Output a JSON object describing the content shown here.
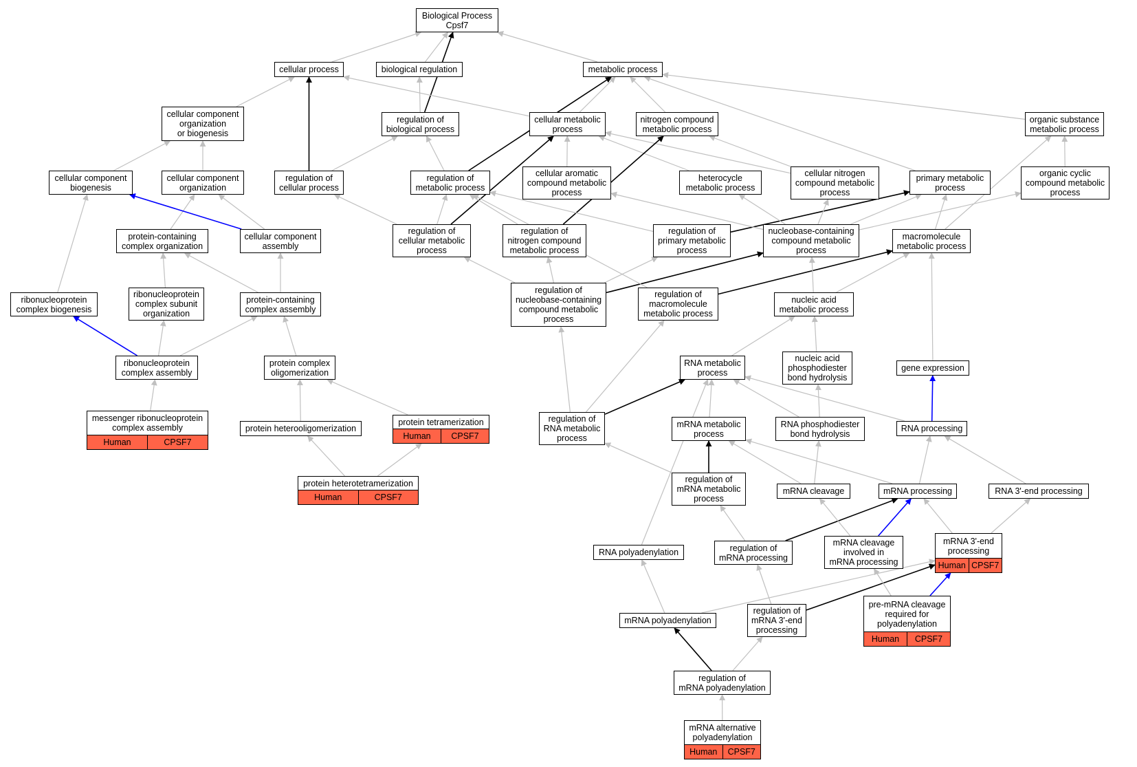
{
  "colors": {
    "edge_default": "#c0c0c0",
    "edge_strong": "#000000",
    "edge_part_of": "#0000ff",
    "annotation_fill": "#ff6347"
  },
  "nodes": [
    {
      "id": "bp",
      "label": "Biological Process\nCpsf7"
    },
    {
      "id": "cp",
      "label": "cellular process"
    },
    {
      "id": "br",
      "label": "biological regulation"
    },
    {
      "id": "mp",
      "label": "metabolic process"
    },
    {
      "id": "ccob",
      "label": "cellular component\norganization\nor biogenesis"
    },
    {
      "id": "rbr",
      "label": "regulation of\nbiological process"
    },
    {
      "id": "cmp",
      "label": "cellular metabolic\nprocess"
    },
    {
      "id": "ncmp",
      "label": "nitrogen compound\nmetabolic process"
    },
    {
      "id": "osmp",
      "label": "organic substance\nmetabolic process"
    },
    {
      "id": "ccb",
      "label": "cellular component\nbiogenesis"
    },
    {
      "id": "cco",
      "label": "cellular component\norganization"
    },
    {
      "id": "rcp",
      "label": "regulation of\ncellular process"
    },
    {
      "id": "rmp",
      "label": "regulation of\nmetabolic process"
    },
    {
      "id": "camp",
      "label": "cellular aromatic\ncompound metabolic\nprocess"
    },
    {
      "id": "hmp",
      "label": "heterocycle\nmetabolic process"
    },
    {
      "id": "cncmp",
      "label": "cellular nitrogen\ncompound metabolic\nprocess"
    },
    {
      "id": "pmp",
      "label": "primary metabolic\nprocess"
    },
    {
      "id": "occmp",
      "label": "organic cyclic\ncompound metabolic\nprocess"
    },
    {
      "id": "pco",
      "label": "protein-containing\ncomplex organization"
    },
    {
      "id": "cca",
      "label": "cellular component\nassembly"
    },
    {
      "id": "rcmp",
      "label": "regulation of\ncellular metabolic\nprocess"
    },
    {
      "id": "rncmp",
      "label": "regulation of\nnitrogen compound\nmetabolic process"
    },
    {
      "id": "rpmp",
      "label": "regulation of\nprimary metabolic\nprocess"
    },
    {
      "id": "nbcmp",
      "label": "nucleobase-containing\ncompound metabolic\nprocess"
    },
    {
      "id": "mmp",
      "label": "macromolecule\nmetabolic process"
    },
    {
      "id": "rcb",
      "label": "ribonucleoprotein\ncomplex biogenesis"
    },
    {
      "id": "rcso",
      "label": "ribonucleoprotein\ncomplex subunit\norganization"
    },
    {
      "id": "pca",
      "label": "protein-containing\ncomplex assembly"
    },
    {
      "id": "rnbcmp",
      "label": "regulation of\nnucleobase-containing\ncompound metabolic\nprocess"
    },
    {
      "id": "rmmp",
      "label": "regulation of\nmacromolecule\nmetabolic process"
    },
    {
      "id": "namp",
      "label": "nucleic acid\nmetabolic process"
    },
    {
      "id": "rca",
      "label": "ribonucleoprotein\ncomplex assembly"
    },
    {
      "id": "pcol",
      "label": "protein complex\noligomerization"
    },
    {
      "id": "rnamp",
      "label": "RNA metabolic\nprocess"
    },
    {
      "id": "napbh",
      "label": "nucleic acid\nphosphodiester\nbond hydrolysis"
    },
    {
      "id": "ge",
      "label": "gene expression"
    },
    {
      "id": "mrca",
      "label": "messenger ribonucleoprotein\ncomplex assembly",
      "tags": [
        "Human",
        "CPSF7"
      ]
    },
    {
      "id": "pho",
      "label": "protein heterooligomerization"
    },
    {
      "id": "pt",
      "label": "protein tetramerization",
      "tags": [
        "Human",
        "CPSF7"
      ]
    },
    {
      "id": "rrmp",
      "label": "regulation of\nRNA metabolic\nprocess"
    },
    {
      "id": "mmp2",
      "label": "mRNA metabolic\nprocess"
    },
    {
      "id": "rpbh",
      "label": "RNA phosphodiester\nbond hydrolysis"
    },
    {
      "id": "rp",
      "label": "RNA processing"
    },
    {
      "id": "pht",
      "label": "protein heterotetramerization",
      "tags": [
        "Human",
        "CPSF7"
      ]
    },
    {
      "id": "rmmp2",
      "label": "regulation of\nmRNA metabolic\nprocess"
    },
    {
      "id": "mc",
      "label": "mRNA cleavage"
    },
    {
      "id": "mrp",
      "label": "mRNA processing"
    },
    {
      "id": "r3ep",
      "label": "RNA 3'-end processing"
    },
    {
      "id": "rpa",
      "label": "RNA polyadenylation"
    },
    {
      "id": "rmrp",
      "label": "regulation of\nmRNA processing"
    },
    {
      "id": "mcimp",
      "label": "mRNA cleavage\ninvolved in\nmRNA processing"
    },
    {
      "id": "m3ep",
      "label": "mRNA 3'-end\nprocessing",
      "tags": [
        "Human",
        "CPSF7"
      ]
    },
    {
      "id": "mpa",
      "label": "mRNA polyadenylation"
    },
    {
      "id": "rm3ep",
      "label": "regulation of\nmRNA 3'-end\nprocessing"
    },
    {
      "id": "pmcrp",
      "label": "pre-mRNA cleavage\nrequired for\npolyadenylation",
      "tags": [
        "Human",
        "CPSF7"
      ]
    },
    {
      "id": "rmpa",
      "label": "regulation of\nmRNA polyadenylation"
    },
    {
      "id": "mapa",
      "label": "mRNA alternative\npolyadenylation",
      "tags": [
        "Human",
        "CPSF7"
      ]
    }
  ],
  "edges": [
    {
      "from": "cp",
      "to": "bp",
      "kind": "is_a"
    },
    {
      "from": "br",
      "to": "bp",
      "kind": "is_a"
    },
    {
      "from": "mp",
      "to": "bp",
      "kind": "is_a"
    },
    {
      "from": "rbr",
      "to": "bp",
      "kind": "regulates"
    },
    {
      "from": "rbr",
      "to": "br",
      "kind": "is_a"
    },
    {
      "from": "ccob",
      "to": "cp",
      "kind": "is_a"
    },
    {
      "from": "cmp",
      "to": "cp",
      "kind": "is_a"
    },
    {
      "from": "cmp",
      "to": "mp",
      "kind": "is_a"
    },
    {
      "from": "ncmp",
      "to": "mp",
      "kind": "is_a"
    },
    {
      "from": "osmp",
      "to": "mp",
      "kind": "is_a"
    },
    {
      "from": "pmp",
      "to": "mp",
      "kind": "is_a"
    },
    {
      "from": "rcp",
      "to": "cp",
      "kind": "regulates"
    },
    {
      "from": "rcp",
      "to": "rbr",
      "kind": "is_a"
    },
    {
      "from": "rmp",
      "to": "mp",
      "kind": "regulates"
    },
    {
      "from": "rmp",
      "to": "rbr",
      "kind": "is_a"
    },
    {
      "from": "ccb",
      "to": "ccob",
      "kind": "is_a"
    },
    {
      "from": "cco",
      "to": "ccob",
      "kind": "is_a"
    },
    {
      "from": "camp",
      "to": "cmp",
      "kind": "is_a"
    },
    {
      "from": "hmp",
      "to": "cmp",
      "kind": "is_a"
    },
    {
      "from": "cncmp",
      "to": "cmp",
      "kind": "is_a"
    },
    {
      "from": "cncmp",
      "to": "ncmp",
      "kind": "is_a"
    },
    {
      "from": "occmp",
      "to": "osmp",
      "kind": "is_a"
    },
    {
      "from": "mmp",
      "to": "osmp",
      "kind": "is_a"
    },
    {
      "from": "pco",
      "to": "cco",
      "kind": "is_a"
    },
    {
      "from": "cca",
      "to": "cco",
      "kind": "is_a"
    },
    {
      "from": "cca",
      "to": "ccb",
      "kind": "part_of"
    },
    {
      "from": "rcmp",
      "to": "cmp",
      "kind": "regulates"
    },
    {
      "from": "rcmp",
      "to": "rcp",
      "kind": "is_a"
    },
    {
      "from": "rcmp",
      "to": "rmp",
      "kind": "is_a"
    },
    {
      "from": "rncmp",
      "to": "ncmp",
      "kind": "regulates"
    },
    {
      "from": "rncmp",
      "to": "rmp",
      "kind": "is_a"
    },
    {
      "from": "rpmp",
      "to": "pmp",
      "kind": "regulates"
    },
    {
      "from": "rpmp",
      "to": "rmp",
      "kind": "is_a"
    },
    {
      "from": "nbcmp",
      "to": "camp",
      "kind": "is_a"
    },
    {
      "from": "nbcmp",
      "to": "hmp",
      "kind": "is_a"
    },
    {
      "from": "nbcmp",
      "to": "cncmp",
      "kind": "is_a"
    },
    {
      "from": "nbcmp",
      "to": "pmp",
      "kind": "is_a"
    },
    {
      "from": "nbcmp",
      "to": "occmp",
      "kind": "is_a"
    },
    {
      "from": "mmp",
      "to": "pmp",
      "kind": "is_a"
    },
    {
      "from": "rcb",
      "to": "ccb",
      "kind": "is_a"
    },
    {
      "from": "rcso",
      "to": "pco",
      "kind": "is_a"
    },
    {
      "from": "pca",
      "to": "pco",
      "kind": "is_a"
    },
    {
      "from": "pca",
      "to": "cca",
      "kind": "is_a"
    },
    {
      "from": "rnbcmp",
      "to": "nbcmp",
      "kind": "regulates"
    },
    {
      "from": "rnbcmp",
      "to": "rcmp",
      "kind": "is_a"
    },
    {
      "from": "rnbcmp",
      "to": "rncmp",
      "kind": "is_a"
    },
    {
      "from": "rnbcmp",
      "to": "rpmp",
      "kind": "is_a"
    },
    {
      "from": "rmmp",
      "to": "mmp",
      "kind": "regulates"
    },
    {
      "from": "rmmp",
      "to": "rmp",
      "kind": "is_a"
    },
    {
      "from": "namp",
      "to": "nbcmp",
      "kind": "is_a"
    },
    {
      "from": "namp",
      "to": "mmp",
      "kind": "is_a"
    },
    {
      "from": "rca",
      "to": "rcb",
      "kind": "part_of"
    },
    {
      "from": "rca",
      "to": "rcso",
      "kind": "is_a"
    },
    {
      "from": "rca",
      "to": "pca",
      "kind": "is_a"
    },
    {
      "from": "pcol",
      "to": "pca",
      "kind": "is_a"
    },
    {
      "from": "rnamp",
      "to": "namp",
      "kind": "is_a"
    },
    {
      "from": "napbh",
      "to": "namp",
      "kind": "is_a"
    },
    {
      "from": "ge",
      "to": "mmp",
      "kind": "is_a"
    },
    {
      "from": "mrca",
      "to": "rca",
      "kind": "is_a"
    },
    {
      "from": "pho",
      "to": "pcol",
      "kind": "is_a"
    },
    {
      "from": "pt",
      "to": "pcol",
      "kind": "is_a"
    },
    {
      "from": "rrmp",
      "to": "rnamp",
      "kind": "regulates"
    },
    {
      "from": "rrmp",
      "to": "rnbcmp",
      "kind": "is_a"
    },
    {
      "from": "rrmp",
      "to": "rmmp",
      "kind": "is_a"
    },
    {
      "from": "mmp2",
      "to": "rnamp",
      "kind": "is_a"
    },
    {
      "from": "rpbh",
      "to": "rnamp",
      "kind": "is_a"
    },
    {
      "from": "rpbh",
      "to": "napbh",
      "kind": "is_a"
    },
    {
      "from": "rp",
      "to": "rnamp",
      "kind": "is_a"
    },
    {
      "from": "rp",
      "to": "ge",
      "kind": "part_of"
    },
    {
      "from": "pht",
      "to": "pho",
      "kind": "is_a"
    },
    {
      "from": "pht",
      "to": "pt",
      "kind": "is_a"
    },
    {
      "from": "rmmp2",
      "to": "mmp2",
      "kind": "regulates"
    },
    {
      "from": "rmmp2",
      "to": "rrmp",
      "kind": "is_a"
    },
    {
      "from": "mc",
      "to": "mmp2",
      "kind": "is_a"
    },
    {
      "from": "mc",
      "to": "rpbh",
      "kind": "is_a"
    },
    {
      "from": "mrp",
      "to": "mmp2",
      "kind": "is_a"
    },
    {
      "from": "mrp",
      "to": "rp",
      "kind": "is_a"
    },
    {
      "from": "r3ep",
      "to": "rp",
      "kind": "is_a"
    },
    {
      "from": "rpa",
      "to": "rnamp",
      "kind": "is_a"
    },
    {
      "from": "rmrp",
      "to": "mrp",
      "kind": "regulates"
    },
    {
      "from": "rmrp",
      "to": "rmmp2",
      "kind": "is_a"
    },
    {
      "from": "mcimp",
      "to": "mc",
      "kind": "is_a"
    },
    {
      "from": "mcimp",
      "to": "mrp",
      "kind": "part_of"
    },
    {
      "from": "m3ep",
      "to": "mrp",
      "kind": "is_a"
    },
    {
      "from": "m3ep",
      "to": "r3ep",
      "kind": "is_a"
    },
    {
      "from": "mpa",
      "to": "rpa",
      "kind": "is_a"
    },
    {
      "from": "mpa",
      "to": "m3ep",
      "kind": "is_a"
    },
    {
      "from": "rm3ep",
      "to": "m3ep",
      "kind": "regulates"
    },
    {
      "from": "rm3ep",
      "to": "rmrp",
      "kind": "is_a"
    },
    {
      "from": "pmcrp",
      "to": "mcimp",
      "kind": "is_a"
    },
    {
      "from": "pmcrp",
      "to": "m3ep",
      "kind": "part_of"
    },
    {
      "from": "rmpa",
      "to": "mpa",
      "kind": "regulates"
    },
    {
      "from": "rmpa",
      "to": "rm3ep",
      "kind": "is_a"
    },
    {
      "from": "mapa",
      "to": "rmpa",
      "kind": "is_a"
    }
  ]
}
